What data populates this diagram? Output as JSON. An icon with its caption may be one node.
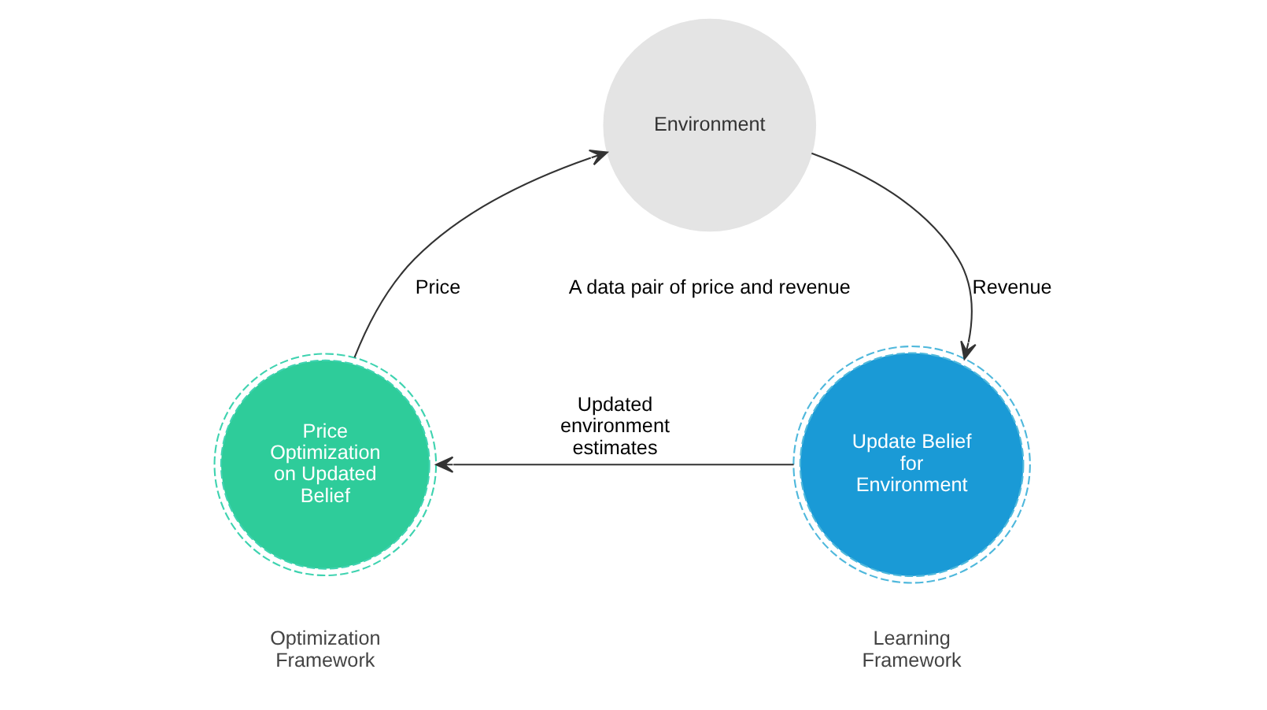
{
  "diagram": {
    "nodes": [
      {
        "text": [
          "Environment"
        ]
      },
      {
        "text": [
          "Update Belief for Environment"
        ],
        "beside": [
          "Learning Framework"
        ]
      },
      {
        "text": [
          "Price Optimization on Updated Belief"
        ],
        "beside": [
          "Optimization Framework"
        ]
      }
    ],
    "edges": [
      {
        "from": 2,
        "to": 0,
        "arrow": "to",
        "label": "Price"
      },
      {
        "from": 0,
        "to": 1,
        "arrow": "to",
        "label": "Revenue"
      },
      {
        "from": 1,
        "to": 2,
        "arrow": "to",
        "label": "Updated environment estimates"
      }
    ],
    "labels": [
      "A data pair of price and revenue"
    ]
  }
}
